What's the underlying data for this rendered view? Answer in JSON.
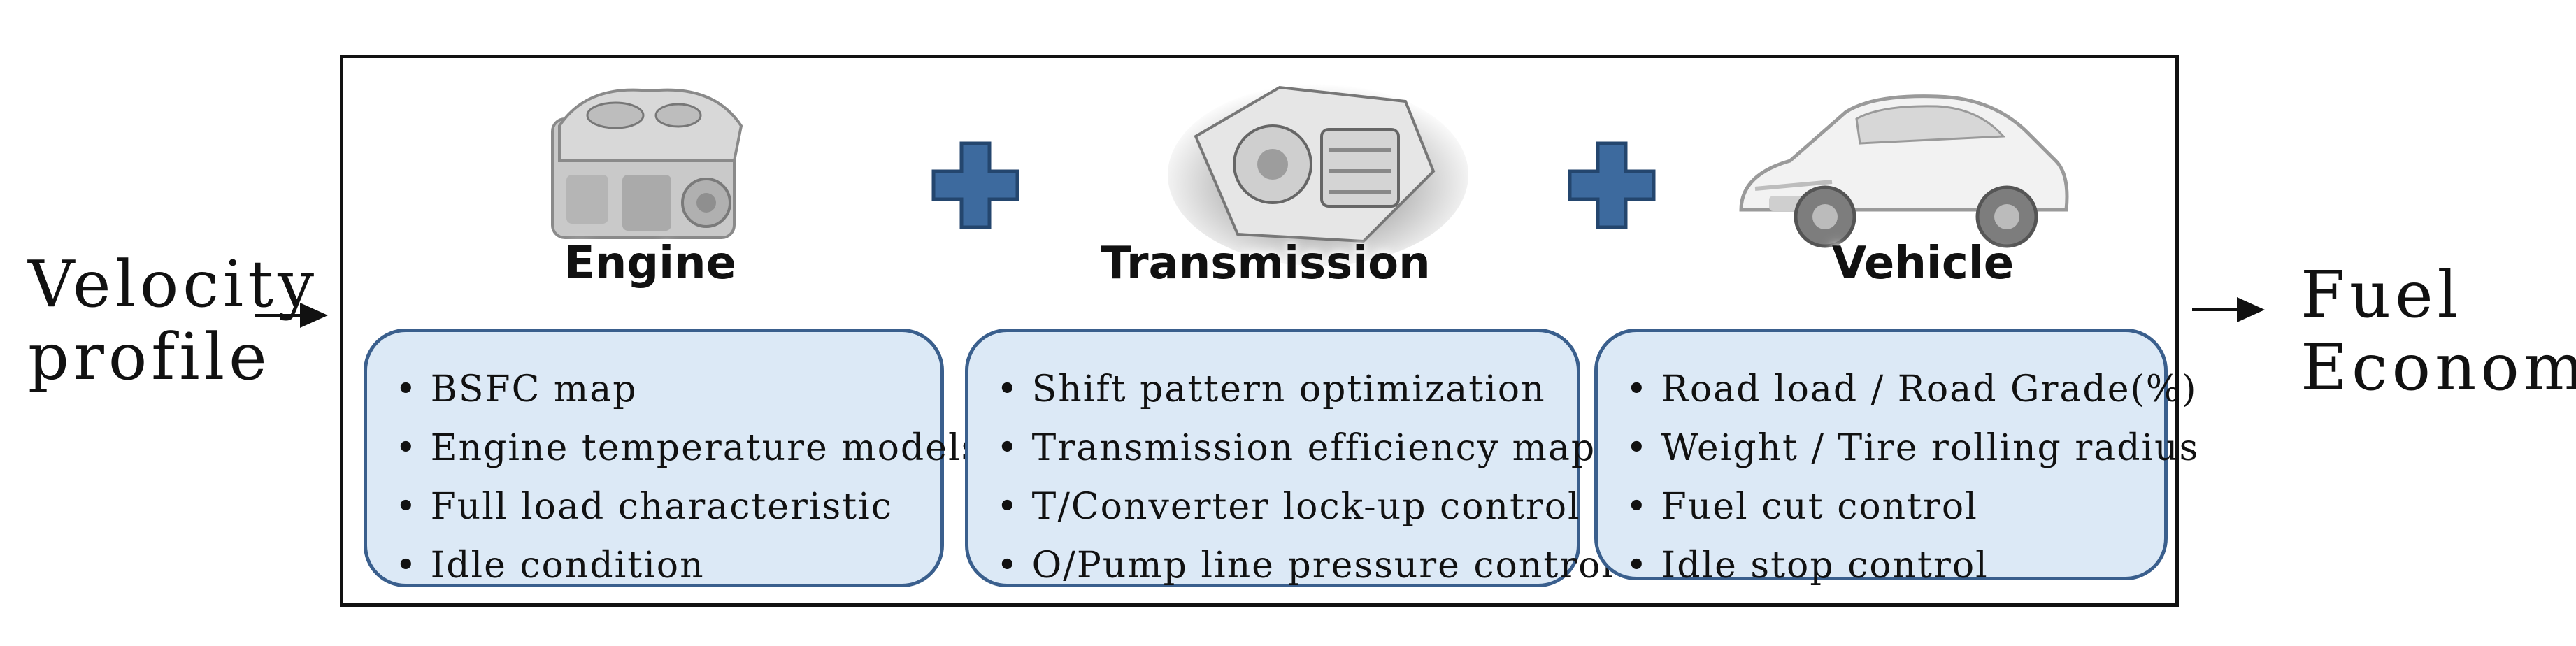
{
  "input_label": "Velocity profile",
  "output_label": "Fuel Economy",
  "components": [
    {
      "title": "Engine",
      "features": [
        "BSFC map",
        "Engine temperature models",
        "Full load characteristic",
        "Idle condition"
      ]
    },
    {
      "title": "Transmission",
      "features": [
        "Shift pattern optimization",
        "Transmission efficiency map",
        "T/Converter lock-up control",
        "O/Pump line pressure control"
      ]
    },
    {
      "title": "Vehicle",
      "features": [
        "Road load / Road Grade(%)",
        "Weight / Tire rolling radius",
        "Fuel cut control",
        "Idle stop control"
      ]
    }
  ],
  "icons": [
    "engine-illustration",
    "transmission-illustration",
    "vehicle-illustration",
    "plus-icon"
  ],
  "colors": {
    "box_fill": "#dce9f6",
    "box_border": "#3a5f8d",
    "plus": "#3d6a9e",
    "text": "#111111"
  }
}
